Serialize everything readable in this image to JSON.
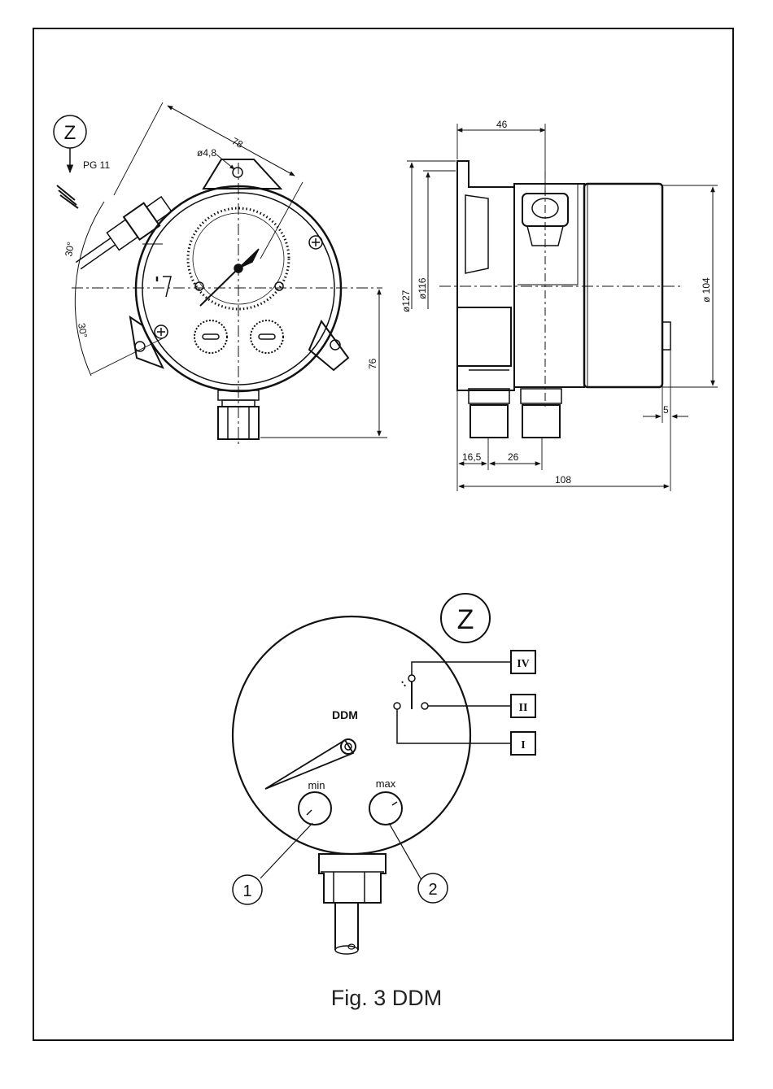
{
  "top_left": {
    "view_marker": "Z",
    "cable_gland": "PG 11",
    "dim_78": "78",
    "dim_hole": "ø4,8",
    "angle_upper": "30°",
    "angle_lower": "30°",
    "dim_76": "76"
  },
  "top_right": {
    "dim_46": "46",
    "dim_127": "ø127",
    "dim_116": "ø116",
    "dim_104": "ø 104",
    "dim_5": "5",
    "dim_16_5": "16,5",
    "dim_26": "26",
    "dim_108": "108"
  },
  "wiring": {
    "view_marker": "Z",
    "device_label": "DDM",
    "min_label": "min",
    "max_label": "max",
    "callout_1": "1",
    "callout_2": "2",
    "terminal_iv": "IV",
    "terminal_ii": "II",
    "terminal_i": "I"
  },
  "caption": "Fig. 3 DDM"
}
